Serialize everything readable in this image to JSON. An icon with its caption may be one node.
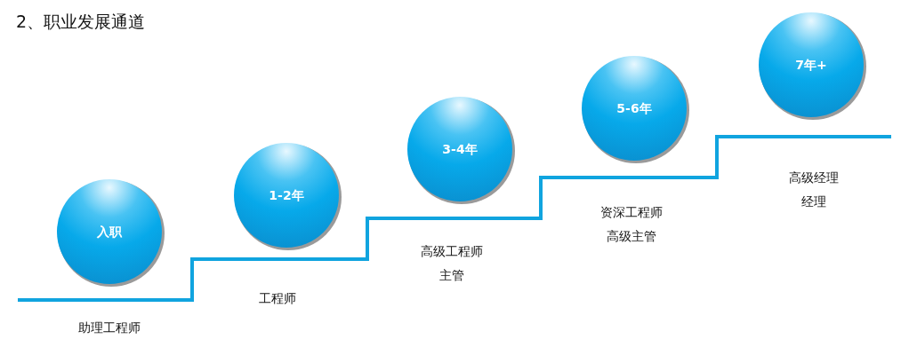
{
  "diagram": {
    "title": "2、职业发展通道",
    "nodes": [
      {
        "text": [
          "入职"
        ],
        "beside": [
          "助理工程师"
        ]
      },
      {
        "text": [
          "1-2年"
        ],
        "beside": [
          "工程师"
        ]
      },
      {
        "text": [
          "3-4年"
        ],
        "beside": [
          "高级工程师",
          "主管"
        ]
      },
      {
        "text": [
          "5-6年"
        ],
        "beside": [
          "资深工程师",
          "高级主管"
        ]
      },
      {
        "text": [
          "7年+"
        ],
        "beside": [
          "高级经理",
          "经理"
        ]
      }
    ]
  }
}
